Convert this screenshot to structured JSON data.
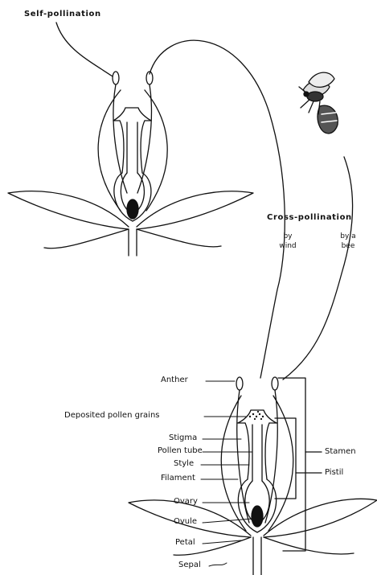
{
  "diagram": {
    "self_pollination": "Self-pollination",
    "cross_pollination": "Cross-pollination",
    "by_wind_1": "by",
    "by_wind_2": "wind",
    "by_bee_1": "by a",
    "by_bee_2": "bee"
  },
  "labels": {
    "anther": "Anther",
    "deposited_pollen": "Deposited pollen grains",
    "stigma": "Stigma",
    "pollen_tube": "Pollen tube",
    "style": "Style",
    "filament": "Filament",
    "ovary": "Ovary",
    "ovule": "Ovule",
    "petal": "Petal",
    "sepal": "Sepal",
    "stamen": "Stamen",
    "pistil": "Pistil"
  },
  "colors": {
    "ink": "#111111",
    "background": "#ffffff"
  }
}
